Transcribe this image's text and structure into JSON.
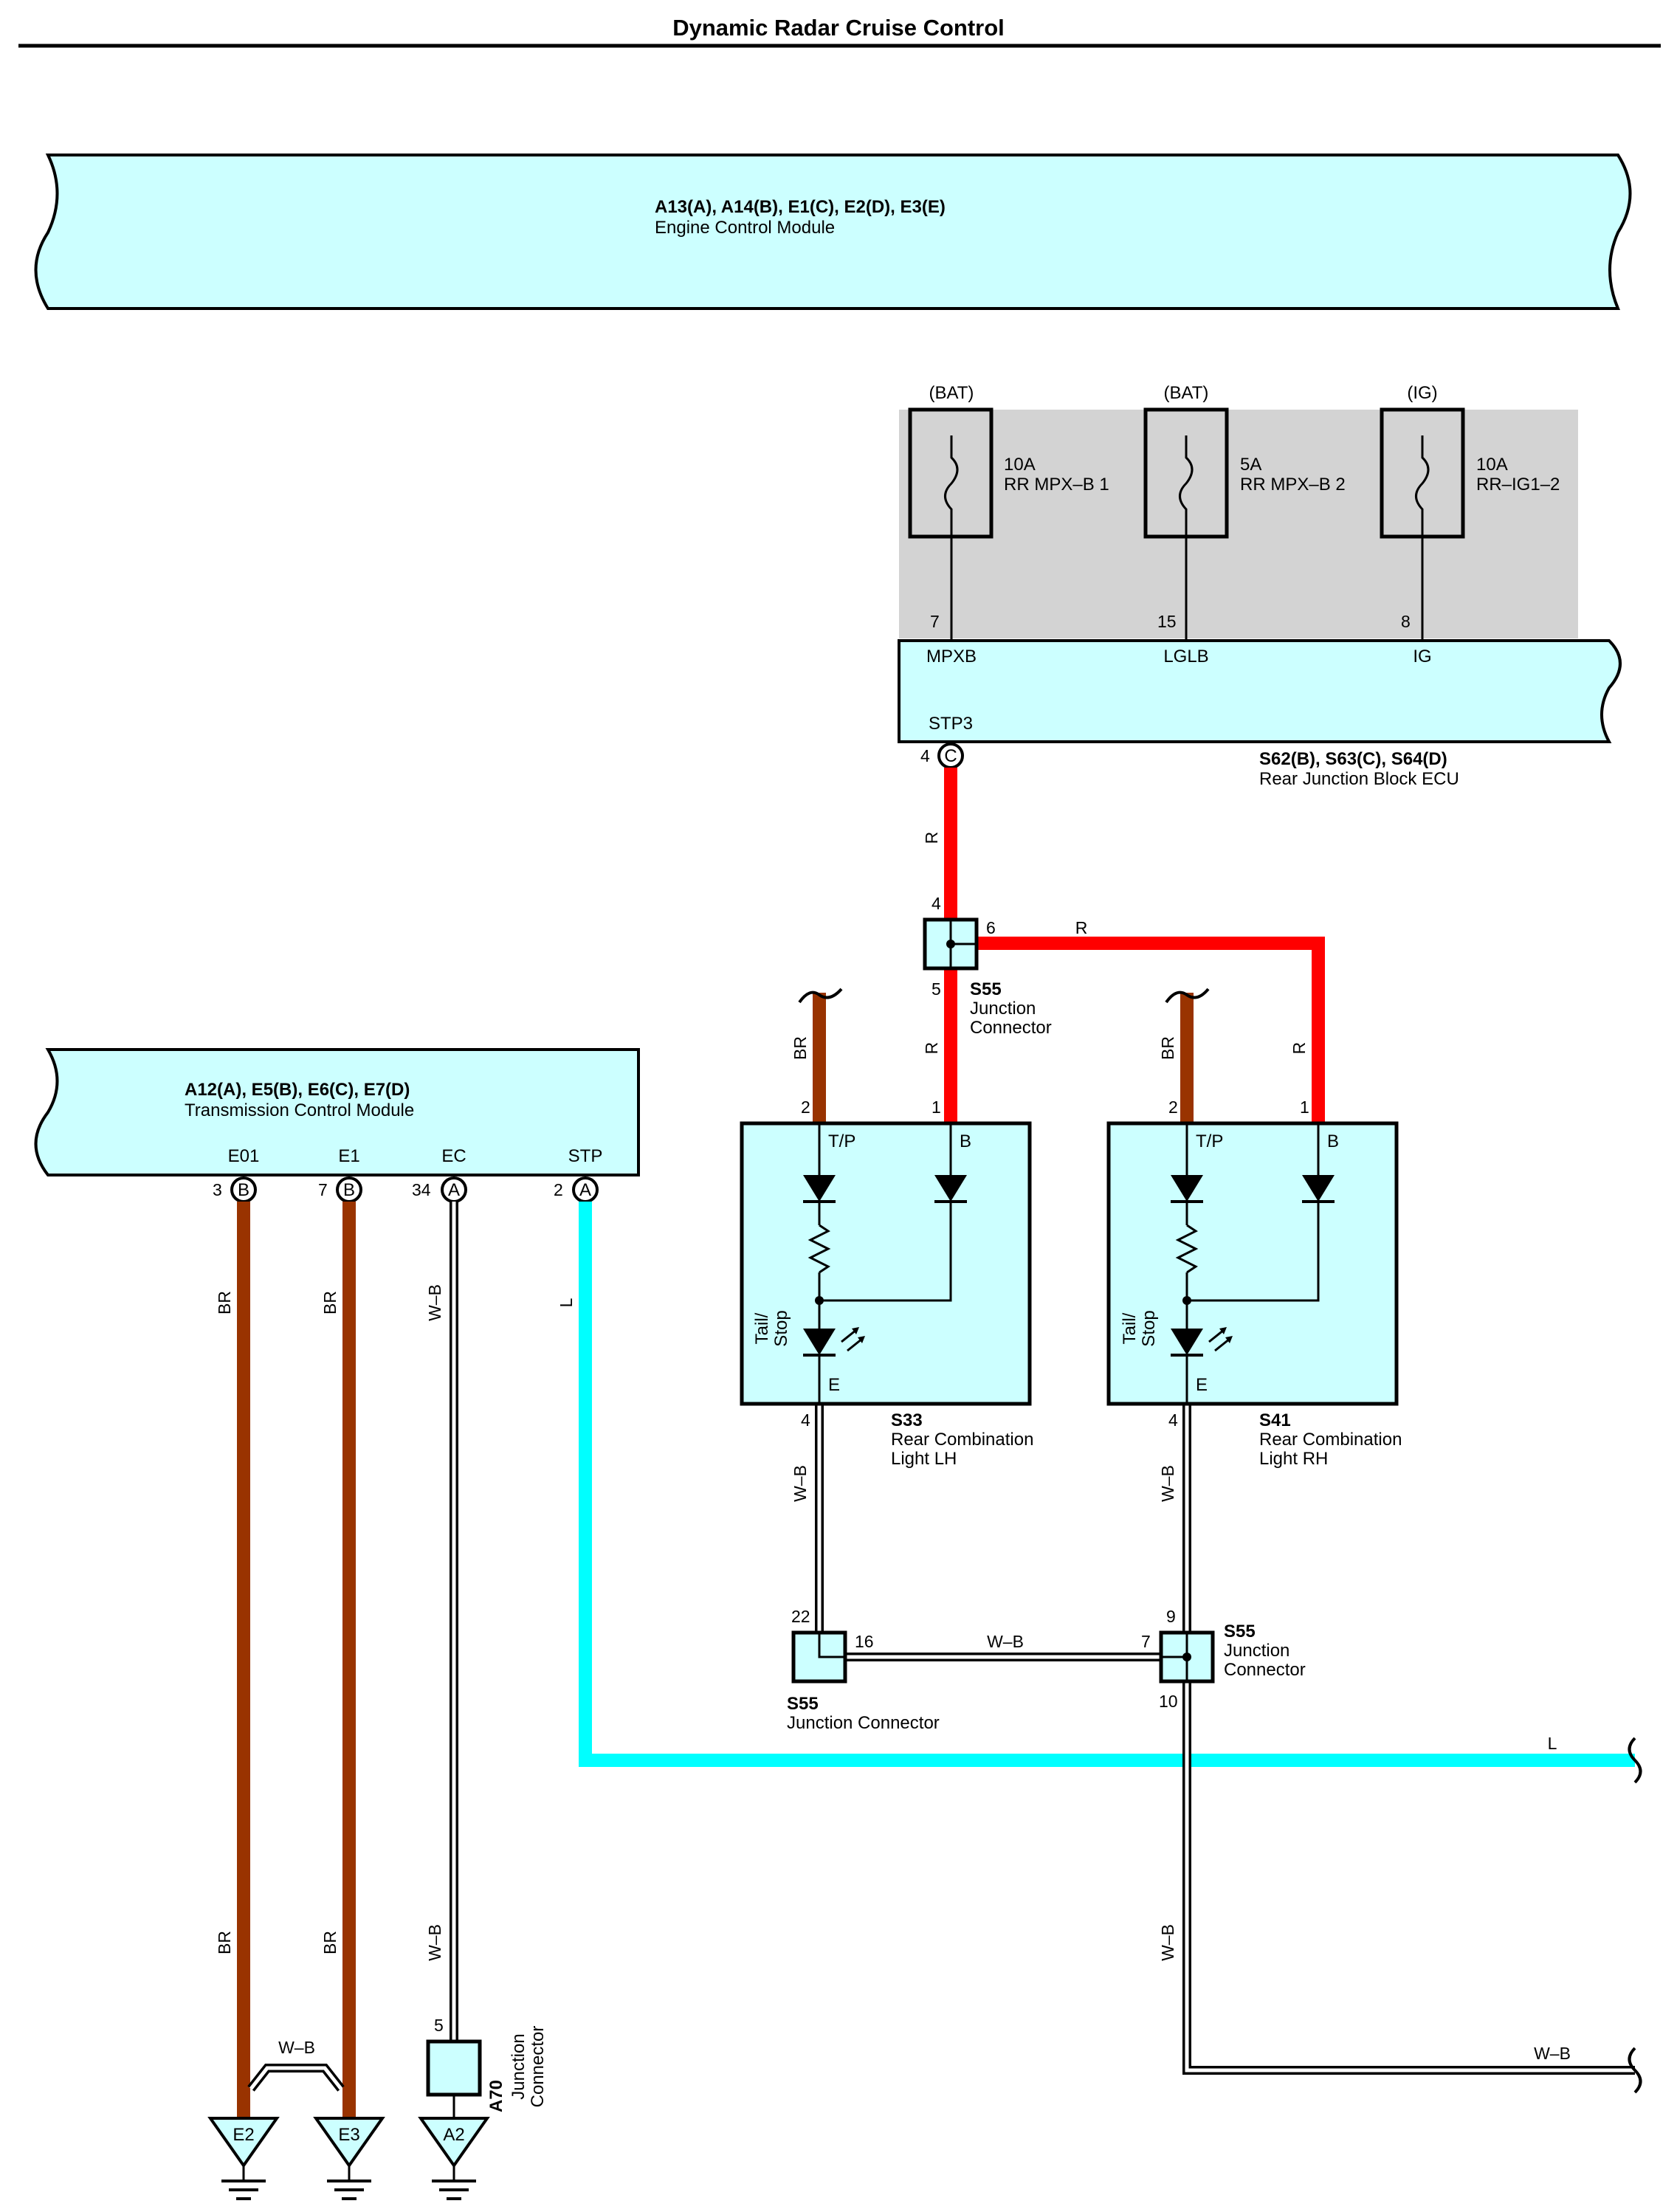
{
  "title": "Dynamic Radar Cruise Control",
  "ecm": {
    "codes": "A13(A), A14(B), E1(C), E2(D), E3(E)",
    "name": "Engine Control Module"
  },
  "fuses": [
    {
      "source": "(BAT)",
      "amp": "10A",
      "name": "RR MPX–B 1",
      "pin": "7",
      "terminal": "MPXB"
    },
    {
      "source": "(BAT)",
      "amp": "5A",
      "name": "RR MPX–B 2",
      "pin": "15",
      "terminal": "LGLB"
    },
    {
      "source": "(IG)",
      "amp": "10A",
      "name": "RR–IG1–2",
      "pin": "8",
      "terminal": "IG"
    }
  ],
  "rjb": {
    "terminal": "STP3",
    "pin": "4",
    "conn": "C",
    "codes": "S62(B), S63(C), S64(D)",
    "name": "Rear Junction Block ECU"
  },
  "jc_top": {
    "id": "S55",
    "name1": "Junction",
    "name2": "Connector",
    "pin_in": "4",
    "pin_right": "6",
    "pin_down": "5"
  },
  "tcm": {
    "codes": "A12(A), E5(B), E6(C), E7(D)",
    "name": "Transmission Control Module",
    "terminals": [
      {
        "name": "E01",
        "pin": "3",
        "conn": "B"
      },
      {
        "name": "E1",
        "pin": "7",
        "conn": "B"
      },
      {
        "name": "EC",
        "pin": "34",
        "conn": "A"
      },
      {
        "name": "STP",
        "pin": "2",
        "conn": "A"
      }
    ]
  },
  "lights": [
    {
      "id": "S33",
      "name1": "Rear Combination",
      "name2": "Light LH",
      "tp": "T/P",
      "b": "B",
      "e": "E",
      "pin_tp": "2",
      "pin_b": "1",
      "pin_e": "4",
      "side_label1": "Tail/",
      "side_label2": "Stop"
    },
    {
      "id": "S41",
      "name1": "Rear Combination",
      "name2": "Light RH",
      "tp": "T/P",
      "b": "B",
      "e": "E",
      "pin_tp": "2",
      "pin_b": "1",
      "pin_e": "4",
      "side_label1": "Tail/",
      "side_label2": "Stop"
    }
  ],
  "jc_bottom_left": {
    "id": "S55",
    "name": "Junction Connector",
    "pin_top": "22",
    "pin_right": "16"
  },
  "jc_bottom_right": {
    "id": "S55",
    "name1": "Junction",
    "name2": "Connector",
    "pin_top": "9",
    "pin_left": "7",
    "pin_bottom": "10"
  },
  "a70": {
    "id": "A70",
    "name1": "Junction",
    "name2": "Connector",
    "pin": "5"
  },
  "grounds": [
    "E2",
    "E3",
    "A2"
  ],
  "wire_labels": {
    "r": "R",
    "br": "BR",
    "wb": "W–B",
    "l": "L"
  },
  "colors": {
    "module_fill": "#ccffff",
    "fuse_box_fill": "#d3d3d3",
    "wire_red": "#ff0000",
    "wire_brown": "#993300",
    "wire_cyan": "#00ffff"
  }
}
